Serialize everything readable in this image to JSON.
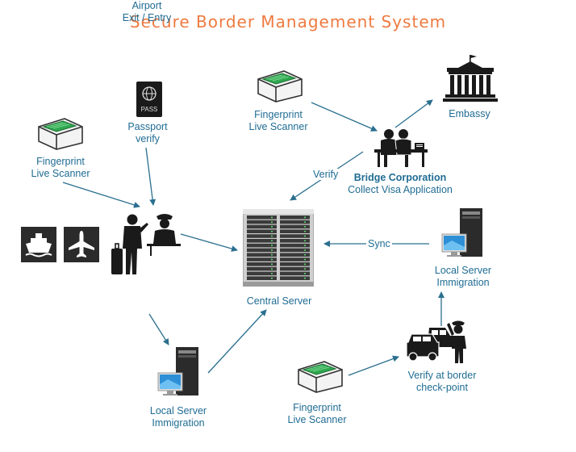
{
  "title": "Secure Border Management System",
  "nodes": {
    "fp_scanner_top": [
      "Fingerprint",
      "Live Scanner"
    ],
    "embassy": [
      "Embassy"
    ],
    "passport": [
      "Passport",
      "verify"
    ],
    "fp_scanner_left": [
      "Fingerprint",
      "Live Scanner"
    ],
    "bridge": [
      "Bridge Corporation",
      "Collect Visa Application"
    ],
    "airport": [
      "Airport",
      "Exit / Entry"
    ],
    "central": [
      "Central Server"
    ],
    "local_right": [
      "Local Server",
      "Immigration"
    ],
    "border": [
      "Verify at border",
      "check-point"
    ],
    "local_bottom": [
      "Local Server",
      "Immigration"
    ],
    "fp_scanner_bottom": [
      "Fingerprint",
      "Live Scanner"
    ]
  },
  "passport_icon_text": "PASS",
  "edges": {
    "verify": "Verify",
    "sync": "Sync"
  },
  "colors": {
    "title": "#ee7a3f",
    "label": "#1f6c93",
    "arrow": "#2a6f8f",
    "icon": "#1a1a1a"
  }
}
